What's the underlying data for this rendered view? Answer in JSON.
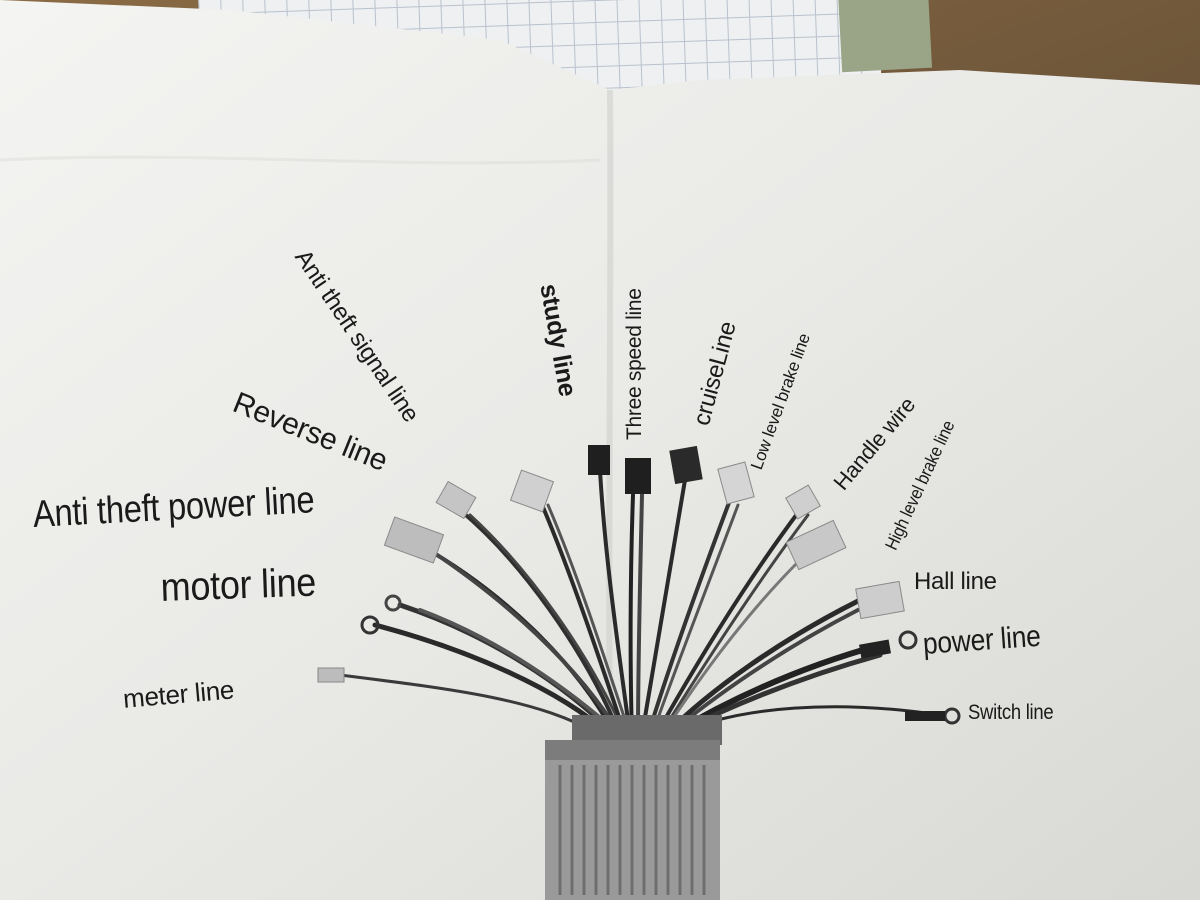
{
  "diagram": {
    "labels": {
      "anti_theft_power_line": "Anti theft power line",
      "motor_line": "motor line",
      "meter_line": "meter line",
      "reverse_line": "Reverse line",
      "anti_theft_signal_line": "Anti theft signal line",
      "study_line": "study line",
      "three_speed_line": "Three speed line",
      "cruise_line": "cruiseLine",
      "low_level_brake_line": "Low level brake line",
      "handle_wire": "Handle wire",
      "high_level_brake_line": "High level brake line",
      "hall_line": "Hall line",
      "power_line": "power line",
      "switch_line": "Switch line"
    }
  }
}
